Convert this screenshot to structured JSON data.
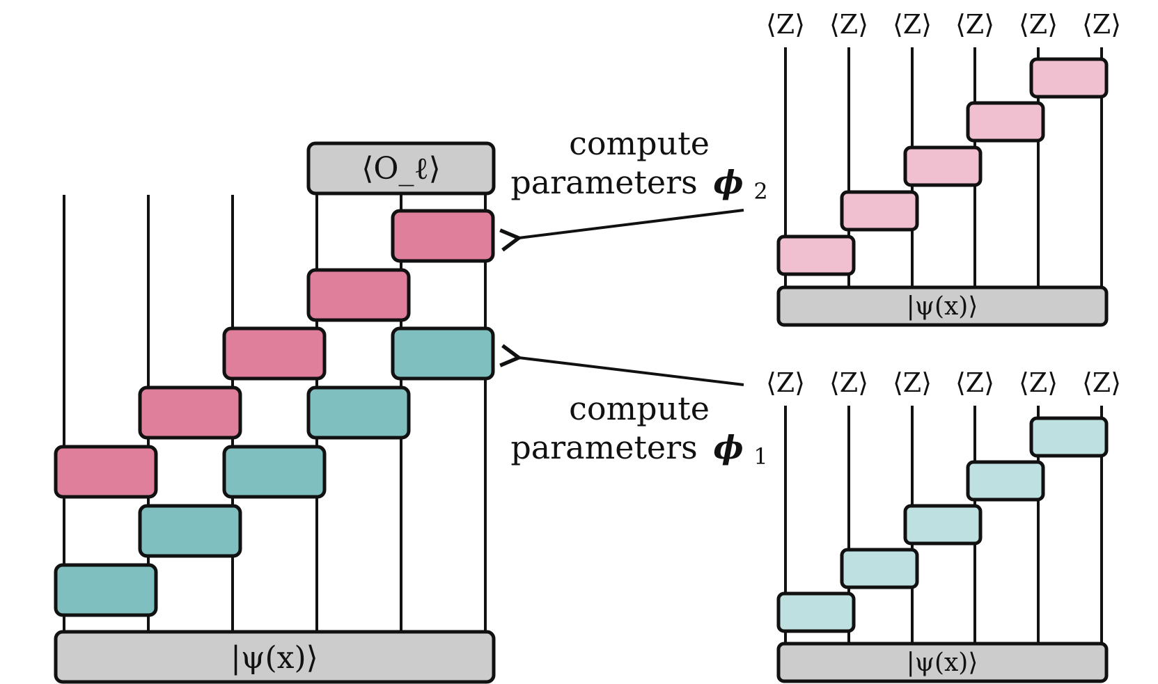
{
  "colors": {
    "pink_gate": "#e07f9c",
    "teal_gate": "#7fbfbf",
    "light_pink_gate": "#f1c0d0",
    "light_teal_gate": "#bfe0e0",
    "register": "#cccccc",
    "stroke": "#111111"
  },
  "main_circuit": {
    "observable_label": "⟨O_ℓ⟩",
    "state_label": "|ψ(x)⟩"
  },
  "annotations": {
    "phi2": {
      "line1": "compute",
      "line2": "parameters",
      "symbol": "ϕ",
      "subscript": "2"
    },
    "phi1": {
      "line1": "compute",
      "line2": "parameters",
      "symbol": "ϕ",
      "subscript": "1"
    }
  },
  "top_small_circuit": {
    "measurement_labels": [
      "⟨Z⟩",
      "⟨Z⟩",
      "⟨Z⟩",
      "⟨Z⟩",
      "⟨Z⟩",
      "⟨Z⟩"
    ],
    "state_label": "|ψ(x)⟩"
  },
  "bottom_small_circuit": {
    "measurement_labels": [
      "⟨Z⟩",
      "⟨Z⟩",
      "⟨Z⟩",
      "⟨Z⟩",
      "⟨Z⟩",
      "⟨Z⟩"
    ],
    "state_label": "|ψ(x)⟩"
  }
}
